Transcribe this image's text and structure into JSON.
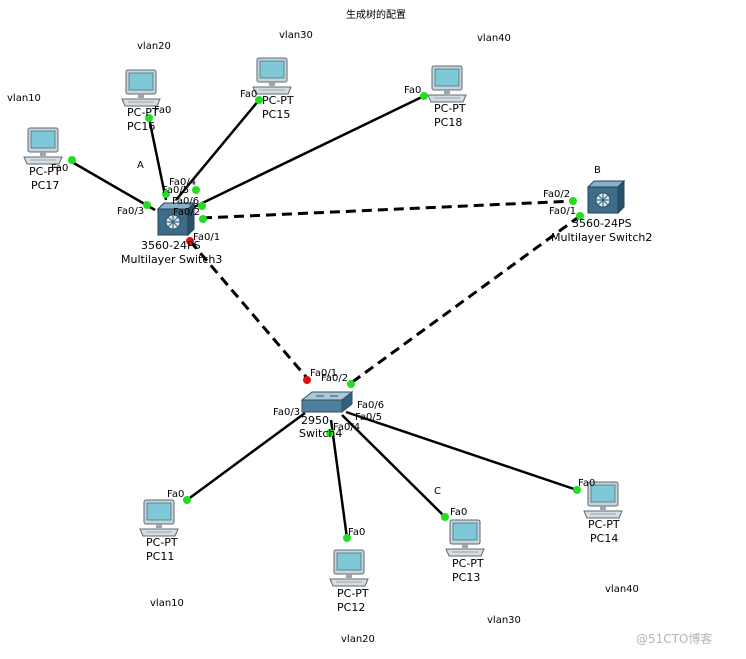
{
  "title": "生成树的配置",
  "vlans": {
    "top_pc16": "vlan20",
    "top_pc15": "vlan30",
    "top_pc18": "vlan40",
    "left_pc17": "vlan10",
    "bottom_pc11": "vlan10",
    "bottom_pc12": "vlan20",
    "bottom_pc13": "vlan30",
    "bottom_pc14": "vlan40"
  },
  "region_labels": {
    "a": "A",
    "b": "B",
    "c": "C"
  },
  "switches": {
    "sw3": {
      "model": "3560-24PS",
      "name": "Multilayer Switch3"
    },
    "sw2": {
      "model": "3560-24PS",
      "name": "Multilayer Switch2"
    },
    "sw4": {
      "model": "2950",
      "name": "Switch4"
    }
  },
  "pcs": {
    "pc16": {
      "type": "PC-PT",
      "name": "PC16",
      "port": "Fa0"
    },
    "pc15": {
      "type": "PC-PT",
      "name": "PC15",
      "port": "Fa0"
    },
    "pc18": {
      "type": "PC-PT",
      "name": "PC18",
      "port": "Fa0"
    },
    "pc17": {
      "type": "PC-PT",
      "name": "PC17",
      "port": "Fa0"
    },
    "pc11": {
      "type": "PC-PT",
      "name": "PC11",
      "port": "Fa0"
    },
    "pc12": {
      "type": "PC-PT",
      "name": "PC12",
      "port": "Fa0"
    },
    "pc13": {
      "type": "PC-PT",
      "name": "PC13",
      "port": "Fa0"
    },
    "pc14": {
      "type": "PC-PT",
      "name": "PC14",
      "port": "Fa0"
    }
  },
  "ports": {
    "sw3_fa05": "Fa0/5",
    "sw3_fa04": "Fa0/4",
    "sw3_fa06": "Fa0/6",
    "sw3_fa03": "Fa0/3",
    "sw3_fa02": "Fa0/2",
    "sw3_fa01": "Fa0/1",
    "sw2_fa02": "Fa0/2",
    "sw2_fa01": "Fa0/1",
    "sw4_fa01": "Fa0/1",
    "sw4_fa02": "Fa0/2",
    "sw4_fa03": "Fa0/3",
    "sw4_fa06": "Fa0/6",
    "sw4_fa05": "Fa0/5",
    "sw4_fa04": "Fa0/4"
  },
  "watermark": "@51CTO博客",
  "colors": {
    "link": "#000000",
    "port_up": "#22dd22",
    "port_blocked": "#e01010",
    "pc_screen": "#7ec8d8",
    "pc_body": "#d7dde0",
    "switch_blue": "#4f7f9a"
  }
}
